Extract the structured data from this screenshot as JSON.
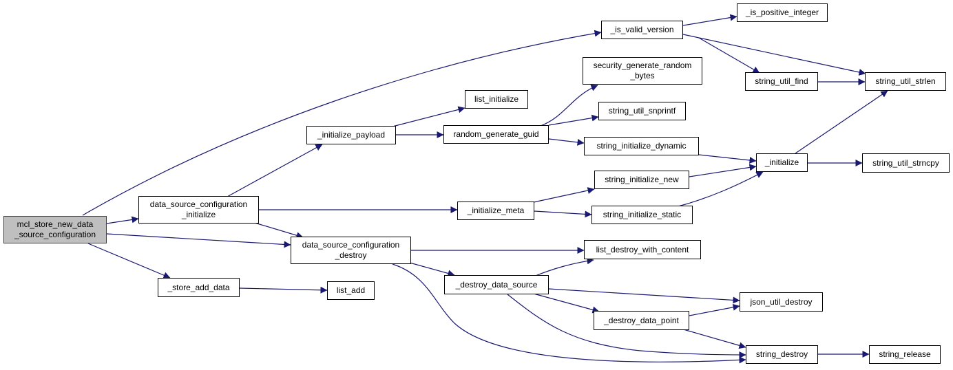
{
  "colors": {
    "edge": "#191970",
    "node_border": "#000000",
    "root_fill": "#bfbfbf"
  },
  "nodes": {
    "root": "mcl_store_new_data\n_source_configuration",
    "dsc_initialize": "data_source_configuration\n_initialize",
    "dsc_destroy": "data_source_configuration\n_destroy",
    "store_add_data": "_store_add_data",
    "list_add": "list_add",
    "initialize_payload": "_initialize_payload",
    "list_initialize": "list_initialize",
    "random_generate_guid": "random_generate_guid",
    "security_generate_random_bytes": "security_generate_random\n_bytes",
    "string_util_snprintf": "string_util_snprintf",
    "string_initialize_dynamic": "string_initialize_dynamic",
    "initialize_meta": "_initialize_meta",
    "string_initialize_new": "string_initialize_new",
    "string_initialize_static": "string_initialize_static",
    "initialize": "_initialize",
    "string_util_strncpy": "string_util_strncpy",
    "is_valid_version": "_is_valid_version",
    "is_positive_integer": "_is_positive_integer",
    "string_util_find": "string_util_find",
    "string_util_strlen": "string_util_strlen",
    "list_destroy_with_content": "list_destroy_with_content",
    "destroy_data_source": "_destroy_data_source",
    "destroy_data_point": "_destroy_data_point",
    "json_util_destroy": "json_util_destroy",
    "string_destroy": "string_destroy",
    "string_release": "string_release"
  }
}
